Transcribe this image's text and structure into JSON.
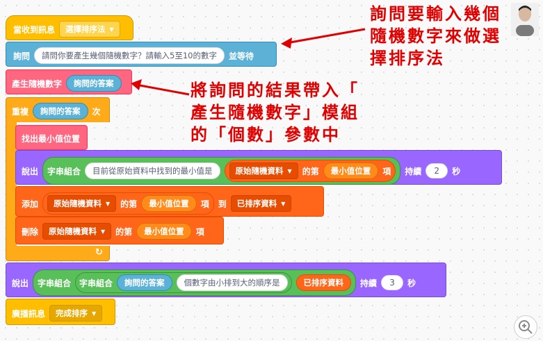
{
  "blocks": {
    "hat": {
      "label": "當收到訊息",
      "message": "選擇排序法"
    },
    "ask": {
      "label": "詢問",
      "question": "請問你要產生幾個隨機數字？請輸入5至10的數字",
      "suffix": "並等待"
    },
    "genrand": {
      "label": "產生隨機數字",
      "arg": "詢問的答案"
    },
    "repeat": {
      "label": "重複",
      "arg": "詢問的答案",
      "suffix": "次"
    },
    "findmin": {
      "label": "找出最小值位置"
    },
    "say1": {
      "label": "說出",
      "join": "字串組合",
      "text": "目前從原始資料中找到的最小值是",
      "list": "原始隨機資料",
      "of": "的第",
      "index": "最小值位置",
      "item": "項",
      "for": "持續",
      "secs": "2",
      "unit": "秒"
    },
    "add": {
      "label": "添加",
      "list": "原始隨機資料",
      "of": "的第",
      "index": "最小值位置",
      "item": "項",
      "to": "到",
      "target": "已排序資料"
    },
    "delete": {
      "label": "刪除",
      "list": "原始隨機資料",
      "of": "的第",
      "index": "最小值位置",
      "item": "項"
    },
    "loop_arrow": "↻",
    "say2": {
      "label": "說出",
      "join1": "字串組合",
      "join2": "字串組合",
      "answer": "詢問的答案",
      "text": "個數字由小排到大的順序是",
      "sorted": "已排序資料",
      "for": "持續",
      "secs": "3",
      "unit": "秒"
    },
    "broadcast": {
      "label": "廣播訊息",
      "message": "完成排序"
    }
  },
  "notes": {
    "note1": [
      "詢問要輸入幾個",
      "隨機數字來做選",
      "擇排序法"
    ],
    "note2": [
      "將詢問的結果帶入「",
      "產生隨機數字」模組",
      "的「個數」參數中"
    ]
  },
  "icons": {
    "zoom": "zoom-in-icon",
    "avatar": "user-avatar",
    "dropdown": "caret-down-icon"
  },
  "colors": {
    "events": "#FFBF00",
    "control": "#FFAB19",
    "sensing": "#5CB1D6",
    "myblocks": "#FF6680",
    "looks": "#9966FF",
    "variables": "#FF661A",
    "operators": "#59C059",
    "annotation": "#E00000"
  }
}
